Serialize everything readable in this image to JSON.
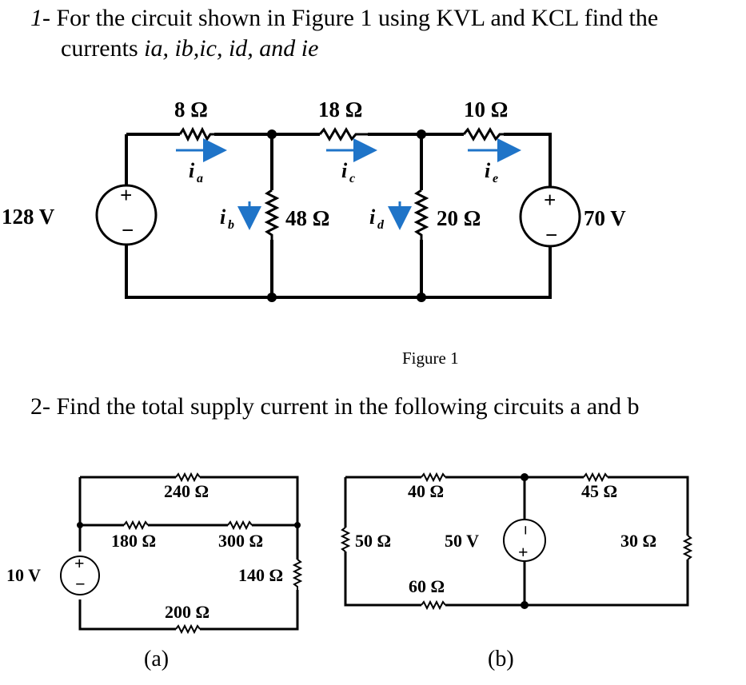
{
  "question1": {
    "number": "1-",
    "text": "For the circuit shown in Figure 1 using KVL and KCL find the",
    "line2_prefix": "currents",
    "currents": "i",
    "line2_rest": "a, ib,ic, id, and ie"
  },
  "figure1": {
    "caption": "Figure 1",
    "source_left": "128 V",
    "source_right": "70 V",
    "r_top1": "8 Ω",
    "r_top2": "18 Ω",
    "r_top3": "10 Ω",
    "r_mid1": "48 Ω",
    "r_mid2": "20 Ω",
    "i_a": "i",
    "i_a_sub": "a",
    "i_b": "i",
    "i_b_sub": "b",
    "i_c": "i",
    "i_c_sub": "c",
    "i_d": "i",
    "i_d_sub": "d",
    "i_e": "i",
    "i_e_sub": "e",
    "plus": "+",
    "minus": "−"
  },
  "question2": {
    "number": "2-",
    "text": "Find the total supply current in the following circuits a and b"
  },
  "circuit_a": {
    "caption": "(a)",
    "source": "10 V",
    "r1": "240 Ω",
    "r2": "180 Ω",
    "r3": "300 Ω",
    "r4": "140 Ω",
    "r5": "200 Ω"
  },
  "circuit_b": {
    "caption": "(b)",
    "source": "50 V",
    "r1": "40 Ω",
    "r2": "45 Ω",
    "r3": "50 Ω",
    "r4": "60 Ω",
    "r5": "30 Ω"
  },
  "colors": {
    "arrow": "#1f74c8",
    "wire": "#000000"
  }
}
